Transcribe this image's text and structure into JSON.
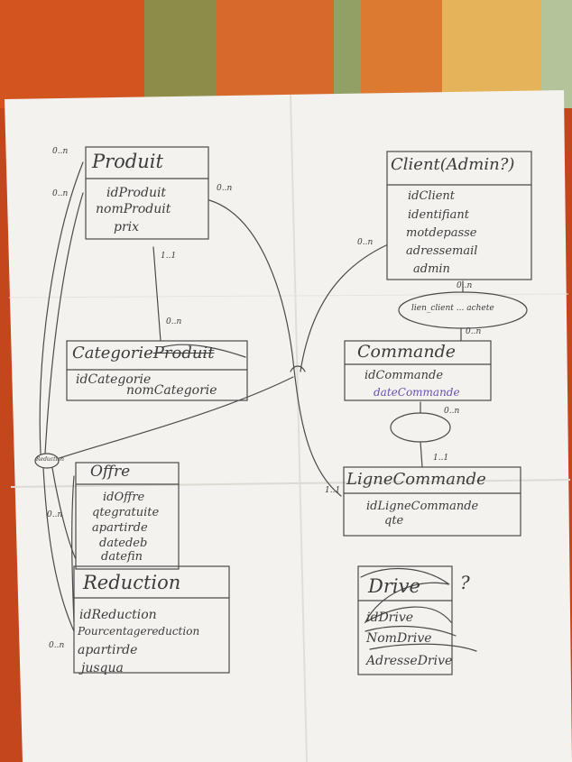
{
  "colors": {
    "ink": "#3c3c3c",
    "paper": "#f3f2ee",
    "background_fabric": "#c4461d",
    "purple_ink": "#6a4fae"
  },
  "entities": {
    "produit": {
      "title": "Produit",
      "attributes": [
        "idProduit",
        "nomProduit",
        "prix"
      ]
    },
    "categorie": {
      "title": "Categorie",
      "title_struck": "Produit",
      "attributes": [
        "idCategorie",
        "nomCategorie"
      ]
    },
    "offre": {
      "title": "Offre",
      "attributes": [
        "idOffre",
        "qtegratuite",
        "apartirde",
        "datedeb",
        "datefin"
      ]
    },
    "reduction": {
      "title": "Reduction",
      "attributes": [
        "idReduction",
        "Pourcentagereduction",
        "apartirde",
        "jusqua"
      ]
    },
    "client": {
      "title": "Client(Admin?)",
      "attributes": [
        "idClient",
        "identifiant",
        "motdepasse",
        "adressemail",
        "admin"
      ]
    },
    "commande": {
      "title": "Commande",
      "attributes": [
        "idCommande",
        "dateCommande"
      ]
    },
    "ligne_commande": {
      "title": "LigneCommande",
      "attributes": [
        "idLigneCommande",
        "qte"
      ]
    },
    "drive": {
      "title": "Drive",
      "question_mark": "?",
      "attributes": [
        "idDrive",
        "NomDrive",
        "AdresseDrive"
      ]
    }
  },
  "associations": {
    "client_commande": "lien_client ... achete",
    "reduction_circle": "Reduction"
  },
  "multiplicities": {
    "produit_left_top": "0..n",
    "produit_left_mid": "0..n",
    "produit_right": "0..n",
    "produit_bottom": "1..1",
    "categorie_top": "0..n",
    "client_left": "0..n",
    "client_bottom": "0..n",
    "commande_top": "0..n",
    "commande_bottom": "0..n",
    "ligne_top": "1..1",
    "ligne_left": "1..1",
    "offre_left": "0..n",
    "reduction_left": "0..n"
  }
}
